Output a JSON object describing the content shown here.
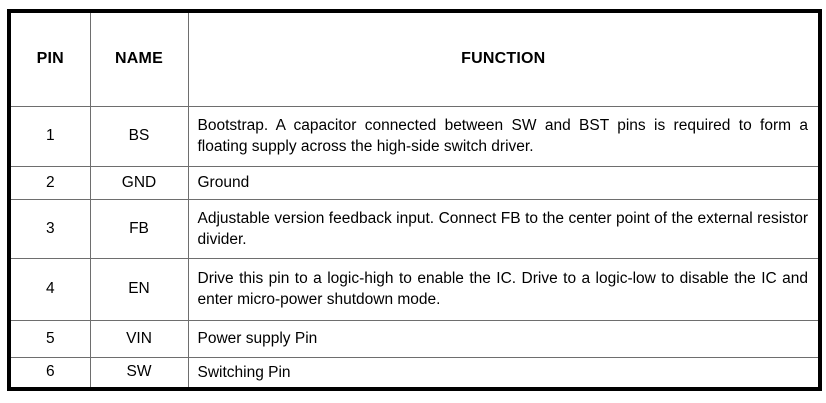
{
  "table": {
    "headers": [
      "PIN",
      "NAME",
      "FUNCTION"
    ],
    "rows": [
      {
        "pin": "1",
        "name": "BS",
        "function": "Bootstrap. A capacitor connected between SW and BST pins is required to form a floating supply across the high-side switch driver."
      },
      {
        "pin": "2",
        "name": "GND",
        "function": "Ground"
      },
      {
        "pin": "3",
        "name": "FB",
        "function": "Adjustable version feedback input. Connect FB to the center point of the external resistor divider."
      },
      {
        "pin": "4",
        "name": "EN",
        "function": "Drive this pin to a logic-high to enable the IC. Drive to a logic-low to disable the IC and enter micro-power shutdown mode."
      },
      {
        "pin": "5",
        "name": "VIN",
        "function": "Power supply Pin"
      },
      {
        "pin": "6",
        "name": "SW",
        "function": "Switching Pin"
      }
    ],
    "colors": {
      "outer_border": "#000000",
      "inner_border": "#6e6e6e",
      "text": "#000000",
      "background": "#ffffff"
    }
  }
}
